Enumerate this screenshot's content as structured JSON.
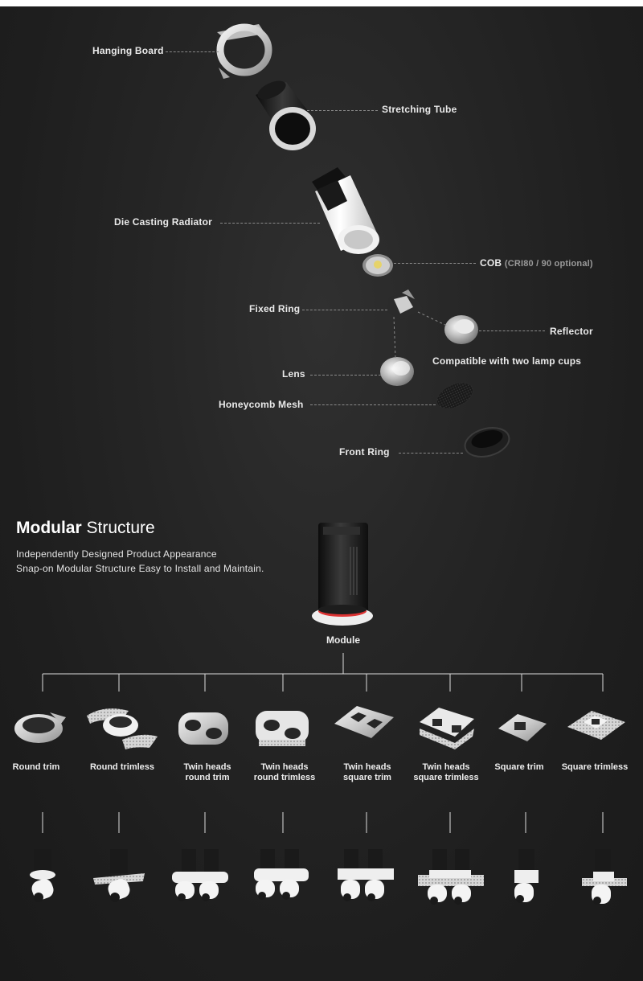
{
  "exploded_view": {
    "hanging_board": "Hanging Board",
    "stretching_tube": "Stretching Tube",
    "die_casting_radiator": "Die Casting Radiator",
    "cob": "COB",
    "cob_note": "(CRI80 / 90 optional)",
    "fixed_ring": "Fixed Ring",
    "reflector": "Reflector",
    "compatible_note": "Compatible with two lamp cups",
    "lens": "Lens",
    "honeycomb_mesh": "Honeycomb Mesh",
    "front_ring": "Front Ring"
  },
  "modular": {
    "title_bold": "Modular",
    "title_rest": "Structure",
    "line1": "Independently Designed Product Appearance",
    "line2": "Snap-on Modular Structure Easy to Install and Maintain.",
    "module_label": "Module"
  },
  "variants": [
    {
      "line1": "Round trim",
      "line2": ""
    },
    {
      "line1": "Round trimless",
      "line2": ""
    },
    {
      "line1": "Twin heads",
      "line2": "round trim"
    },
    {
      "line1": "Twin heads",
      "line2": "round trimless"
    },
    {
      "line1": "Twin heads",
      "line2": "square trim"
    },
    {
      "line1": "Twin heads",
      "line2": "square trimless"
    },
    {
      "line1": "Square trim",
      "line2": ""
    },
    {
      "line1": "Square trimless",
      "line2": ""
    }
  ],
  "colors": {
    "background": "#222222",
    "text": "#eaeaea",
    "note": "#9a9a9a",
    "leader": "#8a8a8a"
  }
}
